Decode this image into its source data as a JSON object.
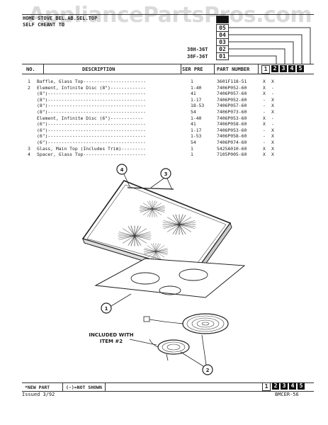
{
  "watermark": "AppliancePartsPros.com",
  "header": {
    "line1": "HOME STOVE BEL.AB.SEL.TOP",
    "line2": "SELF CHEANT TO"
  },
  "code_boxes": [
    "05",
    "04",
    "03",
    "02",
    "01"
  ],
  "models": [
    "38H-36T",
    "38F-36T"
  ],
  "columns": {
    "no": "NO.",
    "description": "DESCRIPTION",
    "ser_pre": "SER PRE",
    "part_number": "PART NUMBER",
    "numbers": [
      "1",
      "2",
      "3",
      "4",
      "5"
    ]
  },
  "parts": [
    {
      "no": "1",
      "desc": "Baffle, Glass Top-----------------------",
      "ser": "1",
      "part": "3601F118-51",
      "c1": "X",
      "c2": "X"
    },
    {
      "no": "2",
      "desc": "Element, Infinite Disc (8\")-------------",
      "ser": "1-40",
      "part": "7406P052-60",
      "c1": "X",
      "c2": "-"
    },
    {
      "no": "",
      "desc": "  (8\")------------------------------------",
      "ser": "41",
      "part": "7406P057-60",
      "c1": "X",
      "c2": "-"
    },
    {
      "no": "",
      "desc": "  (8\")------------------------------------",
      "ser": "1-17",
      "part": "7406P052-60",
      "c1": "-",
      "c2": "X"
    },
    {
      "no": "",
      "desc": "  (8\")------------------------------------",
      "ser": "18-53",
      "part": "7406P057-60",
      "c1": "-",
      "c2": "X"
    },
    {
      "no": "",
      "desc": "  (8\")------------------------------------",
      "ser": "54",
      "part": "7406P073-60",
      "c1": "-",
      "c2": "X"
    },
    {
      "no": "",
      "desc": "  Element, Infinite Disc (6\")------------",
      "ser": "1-40",
      "part": "7406P053-60",
      "c1": "X",
      "c2": "-"
    },
    {
      "no": "",
      "desc": "  (6\")------------------------------------",
      "ser": "41",
      "part": "7406P058-60",
      "c1": "X",
      "c2": "-"
    },
    {
      "no": "",
      "desc": "  (6\")------------------------------------",
      "ser": "1-17",
      "part": "7406P053-60",
      "c1": "-",
      "c2": "X"
    },
    {
      "no": "",
      "desc": "  (6\")------------------------------------",
      "ser": "1-53",
      "part": "7406P058-60",
      "c1": "-",
      "c2": "X"
    },
    {
      "no": "",
      "desc": "  (6\")------------------------------------",
      "ser": "54",
      "part": "7406P074-60",
      "c1": "-",
      "c2": "X"
    },
    {
      "no": "3",
      "desc": "Glass, Main Top (Includes Trim)---------",
      "ser": "1",
      "part": "5425A010-60",
      "c1": "X",
      "c2": "X"
    },
    {
      "no": "4",
      "desc": "Spacer, Glass Top-----------------------",
      "ser": "1",
      "part": "7105P005-60",
      "c1": "X",
      "c2": "X"
    }
  ],
  "diagram": {
    "callouts": [
      "1",
      "2",
      "3",
      "4"
    ],
    "included_line1": "INCLUDED WITH",
    "included_line2": "ITEM #2"
  },
  "footer": {
    "legend_new": "*NEW PART",
    "legend_not_shown": "(-)=NOT SHOWN",
    "issued": "Issued 3/92",
    "doc_number": "BMCER-56"
  }
}
